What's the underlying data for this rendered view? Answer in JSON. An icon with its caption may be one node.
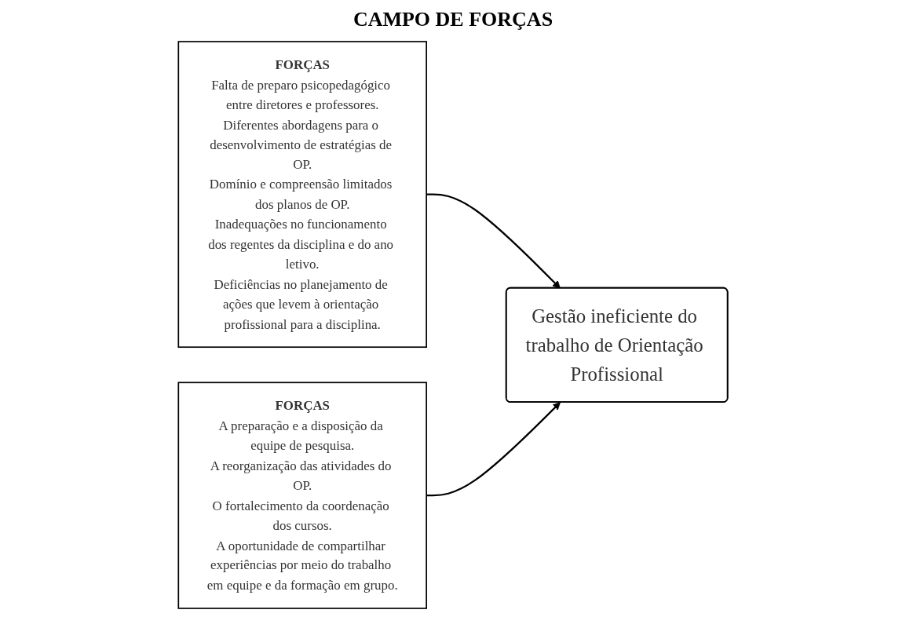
{
  "diagram": {
    "title": "CAMPO DE FORÇAS",
    "nodes": [
      {
        "text": [
          "FORÇAS",
          "Falta de preparo psicopedagógico entre diretores e professores.",
          "Diferentes abordagens para o desenvolvimento de estratégias de OP.",
          "Domínio e compreensão limitados dos planos de OP.",
          "Inadequações no funcionamento dos regentes da disciplina e do ano letivo.",
          "Deficiências no planejamento de ações que levem à orientação profissional para a disciplina."
        ]
      },
      {
        "text": [
          "Gestão ineficiente do trabalho de Orientação Profissional"
        ]
      },
      {
        "text": [
          "FORÇAS",
          "A preparação e a disposição da equipe de pesquisa.",
          "A reorganização das atividades do OP.",
          "O fortalecimento da coordenação dos cursos.",
          "A oportunidade de compartilhar experiências por meio do trabalho em equipe e da formação em grupo."
        ]
      }
    ],
    "edges": [
      {
        "from": 0,
        "to": 1,
        "arrow": "to"
      },
      {
        "from": 2,
        "to": 1,
        "arrow": "to"
      }
    ]
  }
}
